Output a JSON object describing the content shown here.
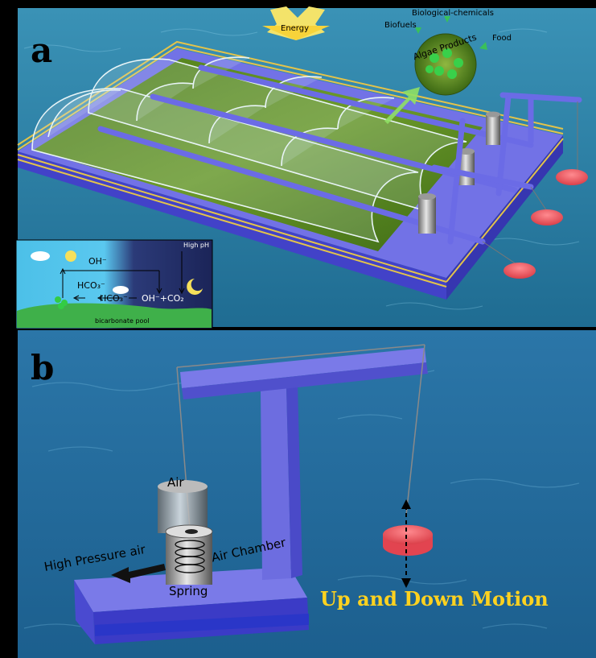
{
  "panel_a": {
    "letter": "a",
    "energy": "Energy",
    "algae_products": "Algae Products",
    "biofuels": "Biofuels",
    "biological_chemicals": "Biological-chemicals",
    "food": "Food",
    "inset": {
      "oh": "OH⁻",
      "hco3_upper": "HCO₃⁻",
      "hco3_lower": "HCO₃⁻",
      "oh_co2": "OH⁻+CO₂",
      "high_ph": "High pH",
      "pool": "bicarbonate pool"
    }
  },
  "panel_b": {
    "letter": "b",
    "air": "Air",
    "air_chamber": "Air Chamber",
    "high_pressure_air": "High Pressure air",
    "spring": "Spring",
    "motion": "Up and Down Motion"
  },
  "colors": {
    "water_a": "#2f7fa6",
    "water_b": "#2a6fa0",
    "platform": "#6f6fe6",
    "algae": "#5e8f22",
    "rail": "#e0c24a",
    "buoy": "#f2555d",
    "motion_text": "#ffd21f"
  }
}
